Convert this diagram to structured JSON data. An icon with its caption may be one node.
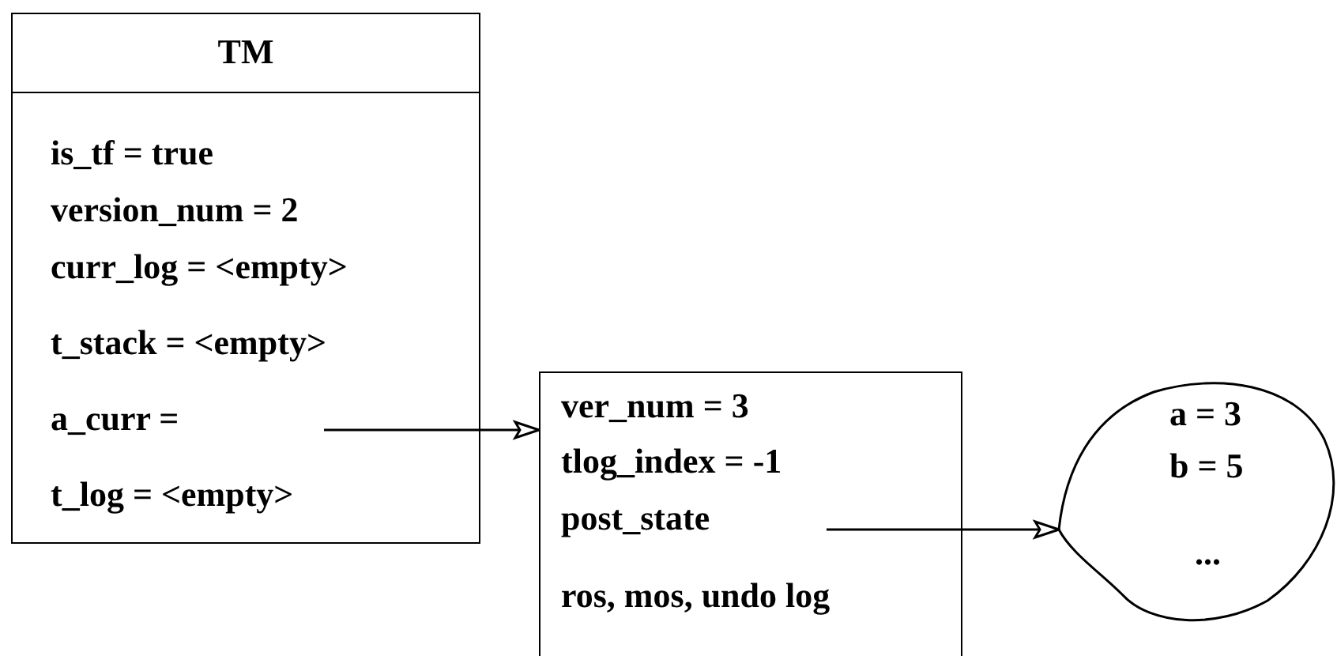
{
  "diagram": {
    "nodes": [
      {
        "text": [
          "TM",
          "is_tf = true",
          "version_num = 2",
          "curr_log = <empty>",
          "t_stack = <empty>",
          "a_curr =",
          "t_log = <empty>"
        ]
      },
      {
        "text": [
          "ver_num = 3",
          "tlog_index = -1",
          "post_state",
          "ros, mos, undo log"
        ]
      },
      {
        "text": [
          "a = 3",
          "b = 5",
          "..."
        ]
      }
    ],
    "edges": [
      {
        "from": 0,
        "to": 1,
        "arrow": "to"
      },
      {
        "from": 1,
        "to": 2,
        "arrow": "to"
      }
    ]
  }
}
